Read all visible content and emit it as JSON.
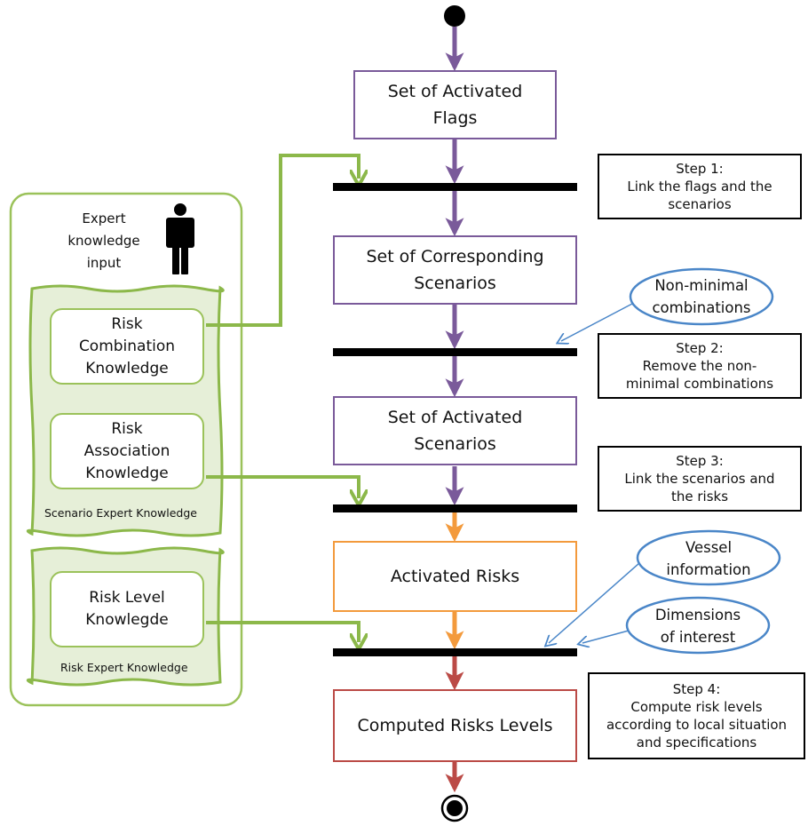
{
  "colors": {
    "purple": "#7a5a9a",
    "orange": "#f39a3c",
    "red": "#bb4a46",
    "green": "#8cb84a",
    "light_green": "#e6efd8",
    "blue": "#4a86c8"
  },
  "expert": {
    "lines": [
      "Expert",
      "knowledge",
      "input"
    ],
    "icon": "person-icon"
  },
  "knowledge": {
    "risk_combination": [
      "Risk",
      "Combination",
      "Knowledge"
    ],
    "risk_association": [
      "Risk",
      "Association",
      "Knowledge"
    ],
    "risk_level": [
      "Risk Level",
      "Knowlegde"
    ],
    "scenario_group_label": "Scenario Expert Knowledge",
    "risk_group_label": "Risk Expert Knowledge"
  },
  "process": {
    "activated_flags": [
      "Set of Activated",
      "Flags"
    ],
    "corresponding_scenarios": [
      "Set of Corresponding",
      "Scenarios"
    ],
    "activated_scenarios": [
      "Set of Activated",
      "Scenarios"
    ],
    "activated_risks": [
      "Activated Risks"
    ],
    "computed_risks": [
      "Computed Risks Levels"
    ]
  },
  "steps": {
    "step1": [
      "Step 1:",
      "Link the flags and the",
      "scenarios"
    ],
    "step2": [
      "Step 2:",
      "Remove the non-",
      "minimal combinations"
    ],
    "step3": [
      "Step 3:",
      "Link the scenarios and",
      "the risks"
    ],
    "step4": [
      "Step 4:",
      "Compute risk levels",
      "according to local situation",
      "and specifications"
    ]
  },
  "callouts": {
    "non_minimal": [
      "Non-minimal",
      "combinations"
    ],
    "vessel": [
      "Vessel",
      "information"
    ],
    "dimensions": [
      "Dimensions",
      "of interest"
    ]
  }
}
